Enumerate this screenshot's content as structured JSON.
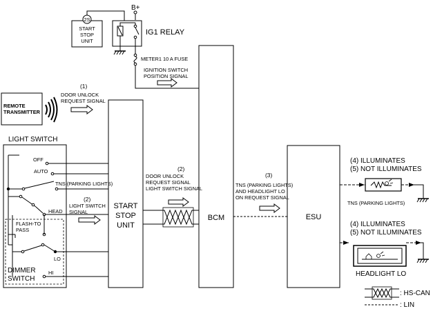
{
  "power": {
    "bplus": "B+"
  },
  "start_stop_unit_small": {
    "badge": "2S",
    "line1": "START",
    "line2": "STOP",
    "line3": "UNIT"
  },
  "relay": {
    "label": "IG1 RELAY"
  },
  "fuse": {
    "label": "METER1 10 A FUSE"
  },
  "ignition_signal": {
    "line1": "IGNITION SWITCH",
    "line2": "POSITION SIGNAL"
  },
  "remote": {
    "line1": "REMOTE",
    "line2": "TRANSMITTER"
  },
  "step1": {
    "number": "(1)",
    "line1": "DOOR UNLOCK",
    "line2": "REQUEST SIGNAL"
  },
  "light_switch": {
    "title": "LIGHT SWITCH",
    "off": "OFF",
    "auto": "AUTO",
    "tns": "TNS (PARKING LIGHTS)",
    "head": "HEAD",
    "flash_line1": "FLASH-TO",
    "flash_line2": "PASS",
    "lo": "LO",
    "hi": "HI",
    "dimmer_line1": "DIMMER",
    "dimmer_line2": "SWITCH"
  },
  "step2a": {
    "number": "(2)",
    "line1": "LIGHT SWITCH",
    "line2": "SIGNAL"
  },
  "ssu": {
    "line1": "START",
    "line2": "STOP",
    "line3": "UNIT"
  },
  "step2b": {
    "number": "(2)",
    "line1": "DOOR UNLOCK",
    "line2": "REQUEST SIGNAL",
    "line3": "LIGHT SWITCH SIGNAL"
  },
  "bcm": {
    "label": "BCM"
  },
  "step3": {
    "number": "(3)",
    "line1": "TNS (PARKING LIGHTS)",
    "line2": "AND HEADLIGHT LO",
    "line3": "ON REQUEST SIGNAL"
  },
  "esu": {
    "label": "ESU"
  },
  "tns_output": {
    "line1": "(4) ILLUMINATES",
    "line2": "(5) NOT ILLUMINATES",
    "lamp_label": "TNS (PARKING LIGHTS)"
  },
  "headlight_output": {
    "line1": "(4) ILLUMINATES",
    "line2": "(5) NOT ILLUMINATES",
    "lamp_label": "HEADLIGHT LO"
  },
  "legend": {
    "hscan": ": HS-CAN",
    "lin": ": LIN"
  }
}
